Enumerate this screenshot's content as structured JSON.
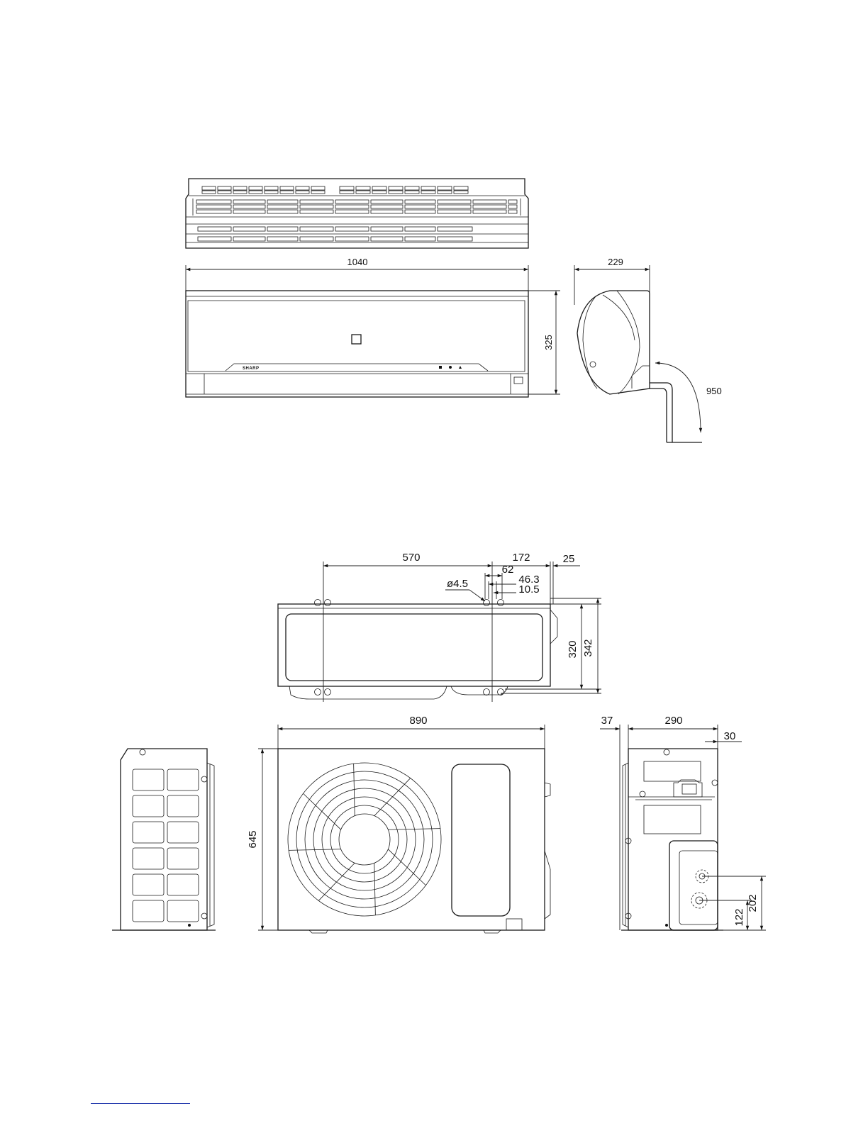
{
  "indoor_unit": {
    "width_dim": "1040",
    "height_dim": "325",
    "depth_dim": "229",
    "pipe_dim": "950",
    "brand": "SHARP"
  },
  "outdoor_unit": {
    "top_view": {
      "mount_spacing": "570",
      "right_section": "172",
      "right_margin": "25",
      "hole_spacing_62": "62",
      "hole_offset_46_3": "46.3",
      "hole_offset_10_5": "10.5",
      "hole_diameter": "ø4.5",
      "depth_inner": "320",
      "depth_outer": "342"
    },
    "front_view": {
      "width_dim": "890",
      "height_dim": "645"
    },
    "side_view": {
      "left_offset": "37",
      "depth_dim": "290",
      "right_offset": "30",
      "port_upper": "202",
      "port_lower": "122"
    }
  }
}
